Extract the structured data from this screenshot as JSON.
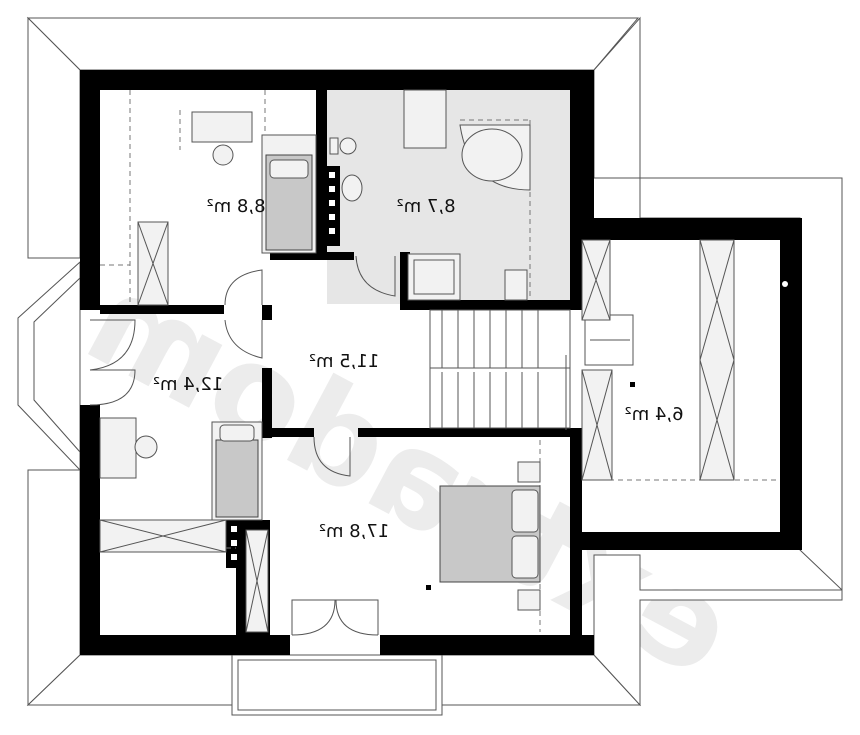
{
  "rooms": [
    {
      "id": "bedroom-nw",
      "area": "8,8 m²"
    },
    {
      "id": "bathroom",
      "area": "8,7 m²"
    },
    {
      "id": "hall",
      "area": "11,5 m²"
    },
    {
      "id": "bedroom-w",
      "area": "12,4 m²"
    },
    {
      "id": "bedroom-main",
      "area": "17,8 m²"
    },
    {
      "id": "room-e",
      "area": "6,4 m²"
    }
  ],
  "watermark": "extradom",
  "colors": {
    "wall": "#000000",
    "furniture": "#c8c8c8",
    "bathroom_floor": "#e6e6e6",
    "outline": "#555555"
  }
}
